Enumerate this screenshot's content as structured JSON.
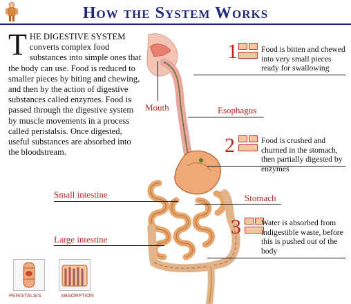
{
  "header": {
    "title": "How the System Works"
  },
  "intro": {
    "drop_cap": "T",
    "text": "HE DIGESTIVE SYSTEM converts complex food substances into simple ones that the body can use. Food is reduced to smaller pieces by biting and chewing, and then by the action of digestive substances called enzymes. Food is passed through the digestive system by muscle movements in a process called peristalsis. Once digested, useful substances are absorbed into the bloodstream."
  },
  "labels": {
    "mouth": "Mouth",
    "esophagus": "Esophagus",
    "small_intestine": "Small intestine",
    "stomach": "Stomach",
    "large_intestine": "Large intestine"
  },
  "steps": [
    {
      "number": "1",
      "text": "Food is bitten and chewed into very small pieces ready for swallowing"
    },
    {
      "number": "2",
      "text": "Food is crushed and churned in the stomach, then partially digested by enzymes"
    },
    {
      "number": "3",
      "text": "Water is absorbed from indigestible waste, before this is pushed out of the body"
    }
  ],
  "bottom_icons": {
    "peristalsis": "PERISTALSIS",
    "absorption": "ABSORPTION"
  },
  "colors": {
    "title": "#1d2a7a",
    "accent_red": "#b3271d"
  }
}
